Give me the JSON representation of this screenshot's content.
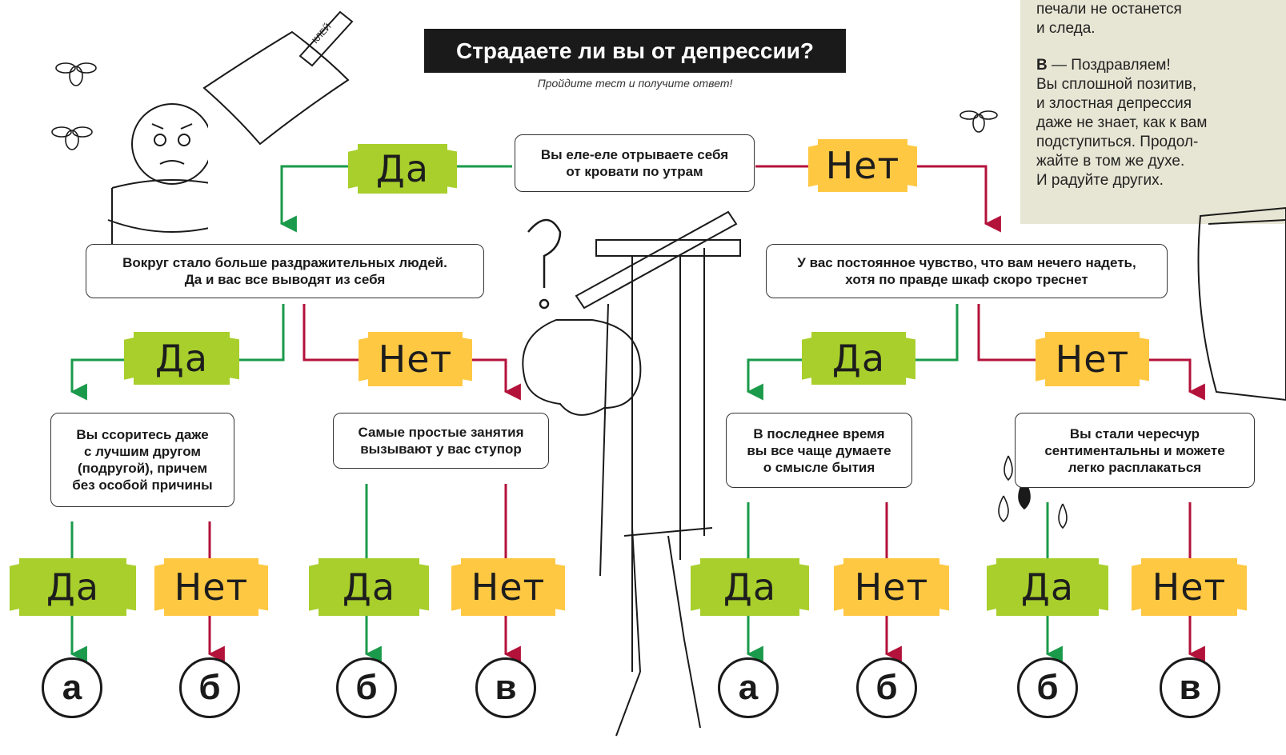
{
  "title": "Страдаете ли вы от депрессии?",
  "subtitle": "Пройдите тест  и получите ответ!",
  "info": {
    "continuation": "печали не останется\nи следа.",
    "result_label": "В",
    "result_text": " — Поздравляем!\nВы сплошной позитив,\nи злостная депрессия\nдаже не знает, как к вам\nподступиться. Продол-\nжайте в том же духе.\nИ радуйте других."
  },
  "questions": {
    "q1": "Вы еле-еле отрываете себя\nот кровати по утрам",
    "q2": "Вокруг стало больше раздражительных людей.\nДа и вас все выводят из себя",
    "q3": "У вас постоянное чувство, что вам нечего надеть,\nхотя по правде шкаф скоро треснет",
    "q4": "Вы ссоритесь даже\nс лучшим другом\n(подругой), причем\nбез особой причины",
    "q5": "Самые простые занятия\nвызывают у вас ступор",
    "q6": "В последнее время\nвы все чаще думаете\nо смысле бытия",
    "q7": "Вы стали чересчур\nсентиментальны и можете\nлегко расплакаться"
  },
  "answers": {
    "yes": "Да",
    "no": "Нет"
  },
  "results": [
    "а",
    "б",
    "б",
    "в",
    "а",
    "б",
    "б",
    "в"
  ],
  "decor": {
    "glue_label": "КЛЕЙ"
  },
  "colors": {
    "yes": "#a8cf2c",
    "no": "#ffc843",
    "yes_line": "#1a9a4a",
    "no_line": "#b3123a",
    "info_bg": "#e7e6d4"
  }
}
